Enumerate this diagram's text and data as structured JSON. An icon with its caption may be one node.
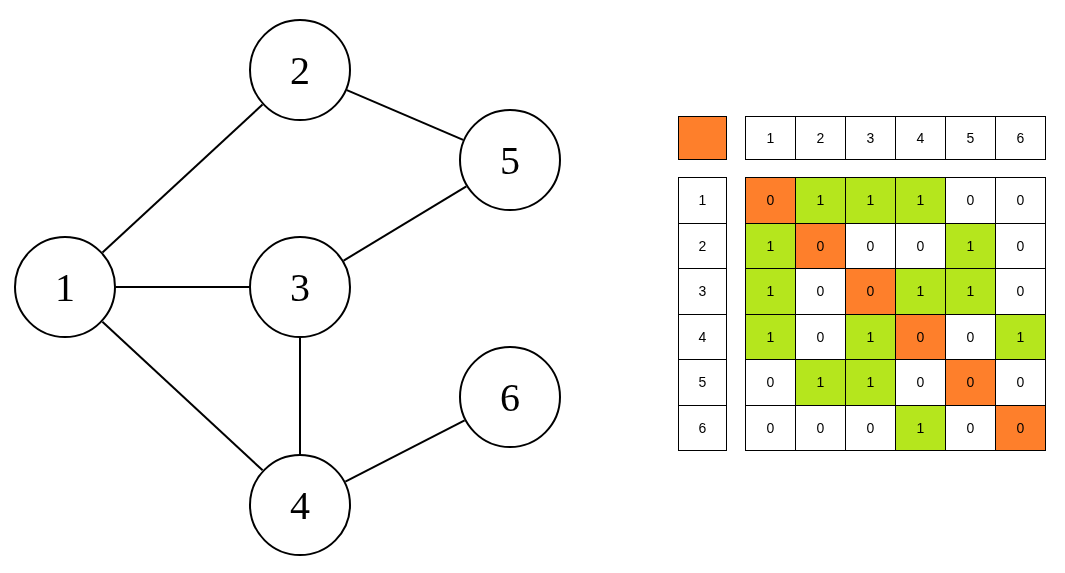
{
  "diagram": {
    "nodes": [
      {
        "text": [
          "1"
        ]
      },
      {
        "text": [
          "2"
        ]
      },
      {
        "text": [
          "3"
        ]
      },
      {
        "text": [
          "4"
        ]
      },
      {
        "text": [
          "5"
        ]
      },
      {
        "text": [
          "6"
        ]
      }
    ],
    "edges": [
      {
        "from": 0,
        "to": 1,
        "arrow": "none"
      },
      {
        "from": 1,
        "to": 4,
        "arrow": "none"
      },
      {
        "from": 0,
        "to": 2,
        "arrow": "none"
      },
      {
        "from": 2,
        "to": 4,
        "arrow": "none"
      },
      {
        "from": 0,
        "to": 3,
        "arrow": "none"
      },
      {
        "from": 2,
        "to": 3,
        "arrow": "none"
      },
      {
        "from": 3,
        "to": 5,
        "arrow": "none"
      }
    ],
    "labels": [
      "1",
      "2",
      "3",
      "4",
      "5",
      "6",
      "1",
      "0",
      "1",
      "1",
      "1",
      "0",
      "0",
      "2",
      "1",
      "0",
      "0",
      "0",
      "1",
      "0",
      "3",
      "1",
      "0",
      "0",
      "1",
      "1",
      "0",
      "4",
      "1",
      "0",
      "1",
      "0",
      "0",
      "1",
      "5",
      "0",
      "1",
      "1",
      "0",
      "0",
      "0",
      "6",
      "0",
      "0",
      "0",
      "1",
      "0",
      "0"
    ]
  }
}
